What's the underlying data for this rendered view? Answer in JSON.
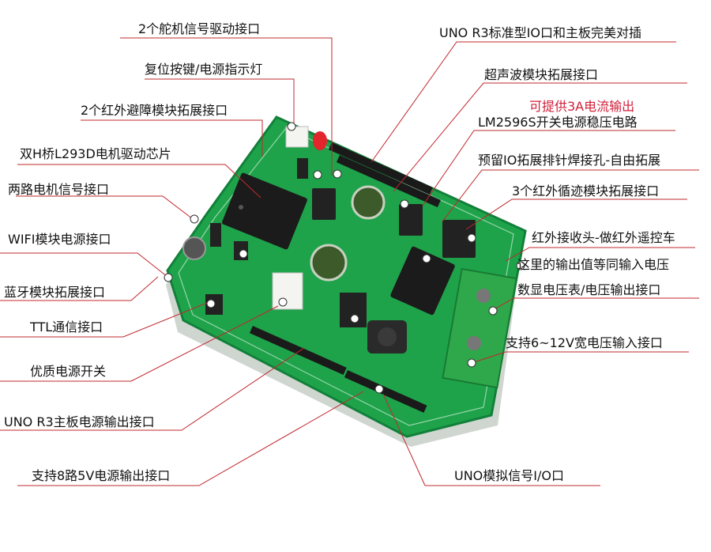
{
  "colors": {
    "board": "#1ea34a",
    "board_edge": "#12803a",
    "leader": "#c0282e",
    "highlight": "#d0203a",
    "text": "#111111"
  },
  "labels": {
    "servo": "2个舵机信号驱动接口",
    "uno_header": "UNO R3标准型IO口和主板完美对插",
    "reset": "复位按键/电源指示灯",
    "ultrasonic": "超声波模块拓展接口",
    "avoid": "2个红外避障模块拓展接口",
    "current": "可提供3A电流输出",
    "regulator": "LM2596S开关电源稳压电路",
    "l293d": "双H桥L293D电机驱动芯片",
    "reserve_io": "预留IO拓展排针焊接孔-自由拓展",
    "motor": "两路电机信号接口",
    "tracking": "3个红外循迹模块拓展接口",
    "wifi": "WIFI模块电源接口",
    "ir_receiver": "红外接收头-做红外遥控车",
    "output_equal": "这里的输出值等同输入电压",
    "bluetooth": "蓝牙模块拓展接口",
    "voltmeter": "数显电压表/电压输出接口",
    "ttl": "TTL通信接口",
    "input": "支持6~12V宽电压输入接口",
    "switch": "优质电源开关",
    "uno_power": "UNO R3主板电源输出接口",
    "uno_analog": "UNO模拟信号I/O口",
    "five_v": "支持8路5V电源输出接口"
  }
}
